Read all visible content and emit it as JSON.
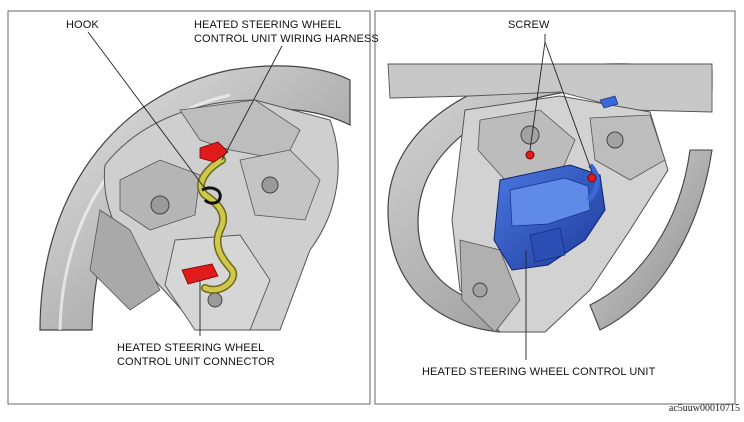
{
  "labels": {
    "hook": "HOOK",
    "harness_line1": "HEATED STEERING WHEEL",
    "harness_line2": "CONTROL UNIT WIRING HARNESS",
    "connector_line1": "HEATED STEERING WHEEL",
    "connector_line2": "CONTROL UNIT CONNECTOR",
    "screw": "SCREW",
    "control_unit": "HEATED STEERING WHEEL CONTROL UNIT"
  },
  "reference_code": "ac5uuw00010715",
  "colors": {
    "connector_red": "#e01b1b",
    "harness_yellow": "#c9c23a",
    "unit_blue": "#2a4fc0",
    "wheel_gray": "#bdbdbd"
  }
}
